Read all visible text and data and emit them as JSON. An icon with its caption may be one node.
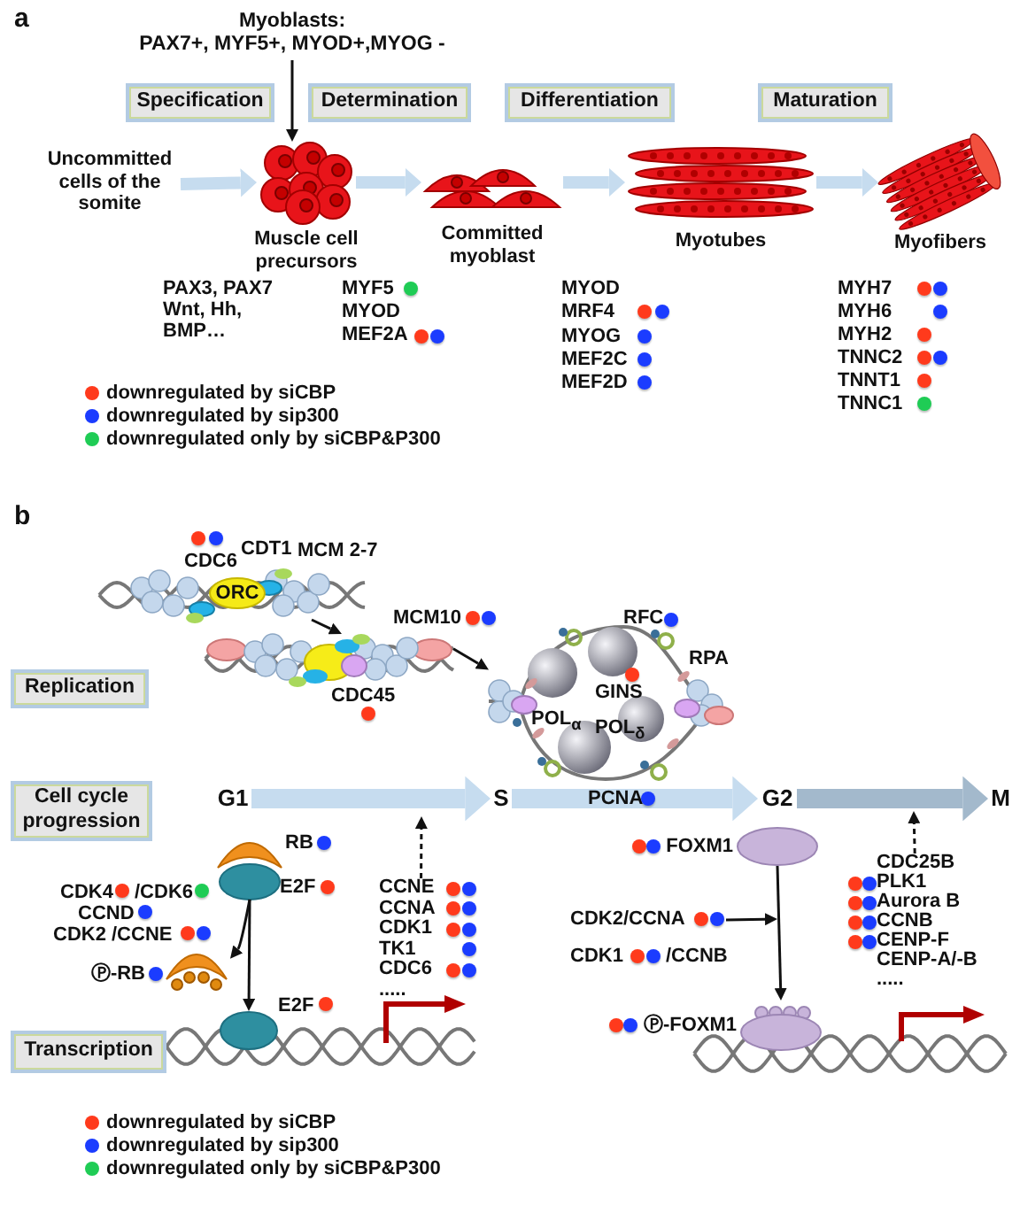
{
  "diagram": {
    "nodes": [
      {
        "text": [
          "Myoblasts:",
          "PAX7+, MYF5+, MYOD+,MYOG -"
        ]
      },
      {
        "text": [
          "Specification"
        ]
      },
      {
        "text": [
          "Determination"
        ]
      },
      {
        "text": [
          "Differentiation"
        ]
      },
      {
        "text": [
          "Maturation"
        ]
      },
      {
        "text": [
          "Uncommitted cells of the somite"
        ]
      },
      {
        "text": [],
        "shape": "picture",
        "beside": [
          "Muscle cell precursors"
        ]
      },
      {
        "text": [],
        "shape": "picture",
        "beside": [
          "Committed myoblast"
        ]
      },
      {
        "text": [],
        "shape": "picture",
        "beside": [
          "Myotubes"
        ]
      },
      {
        "text": [],
        "shape": "picture",
        "beside": [
          "Myofibers"
        ]
      },
      {
        "text": [],
        "shape": "picture"
      },
      {
        "text": [
          "ORC"
        ],
        "in": 10
      },
      {
        "text": [],
        "shape": "picture"
      },
      {
        "text": [],
        "shape": "picture"
      },
      {
        "text": [
          "Replication"
        ]
      },
      {
        "text": [
          "Cell cycle progression"
        ]
      },
      {
        "text": [
          "G1"
        ]
      },
      {
        "text": [
          "S"
        ]
      },
      {
        "text": [
          "G2"
        ]
      },
      {
        "text": [
          "M"
        ]
      },
      {
        "text": [],
        "shape": "ellipse",
        "beside": [
          "RB",
          "E2F"
        ]
      },
      {
        "text": [],
        "shape": "ellipse",
        "beside": [
          "FOXM1"
        ]
      },
      {
        "text": [
          "CCNE",
          "CCNA",
          "CDK1",
          "TK1",
          "CDC6",
          "....."
        ]
      },
      {
        "text": [
          "CDC25B",
          "PLK1",
          "Aurora B",
          "CCNB",
          "CENP-F",
          "CENP-A/-B",
          "....."
        ]
      },
      {
        "text": [
          "CDK2/CCNA"
        ]
      },
      {
        "text": [],
        "shape": "picture",
        "beside": [
          "Ⓟ-RB"
        ]
      },
      {
        "text": [],
        "shape": "ellipse",
        "beside": [
          "E2F"
        ]
      },
      {
        "text": [],
        "shape": "ellipse",
        "beside": [
          "Ⓟ-FOXM1"
        ]
      },
      {
        "text": [
          "Transcription"
        ]
      }
    ],
    "edges": [
      {
        "from": 0,
        "to": 6,
        "arrow": "to"
      },
      {
        "from": 5,
        "to": 6,
        "arrow": "to",
        "style": "thick",
        "color": "#c6dcef"
      },
      {
        "from": 6,
        "to": 7,
        "arrow": "to",
        "style": "thick",
        "color": "#c6dcef"
      },
      {
        "from": 7,
        "to": 8,
        "arrow": "to",
        "style": "thick",
        "color": "#c6dcef"
      },
      {
        "from": 8,
        "to": 9,
        "arrow": "to",
        "style": "thick",
        "color": "#c6dcef"
      },
      {
        "from": 10,
        "to": 12,
        "arrow": "to"
      },
      {
        "from": 12,
        "to": 13,
        "arrow": "to"
      },
      {
        "from": 16,
        "to": 17,
        "arrow": "to",
        "style": "thick",
        "color": "#c6dcef"
      },
      {
        "from": 17,
        "to": 18,
        "arrow": "to",
        "style": "thick",
        "color": "#c6dcef"
      },
      {
        "from": 18,
        "to": 19,
        "arrow": "to",
        "style": "thick",
        "color": "#a3b9cc"
      },
      {
        "from": 22,
        "to": null,
        "arrow": "to",
        "style": "dashed"
      },
      {
        "from": 23,
        "to": null,
        "arrow": "to",
        "style": "dashed"
      },
      {
        "from": 20,
        "to": 26,
        "arrow": "to"
      },
      {
        "from": 20,
        "to": 25,
        "arrow": "to"
      },
      {
        "from": 21,
        "to": 27,
        "arrow": "to"
      },
      {
        "from": 24,
        "to": null,
        "arrow": "to"
      }
    ],
    "labels": [
      "a",
      "PAX3, PAX7",
      "Wnt, Hh,",
      "BMP…",
      "MYF5",
      "MYOD",
      "MEF2A",
      "MYOD",
      "MRF4",
      "MYOG",
      "MEF2C",
      "MEF2D",
      "MYH7",
      "MYH6",
      "MYH2",
      "TNNC2",
      "TNNT1",
      "TNNC1",
      "b",
      "CDC6",
      "CDT1",
      "MCM 2-7",
      "MCM10",
      "CDC45",
      "RFC",
      "RPA",
      "GINS",
      "POL$_{α}$",
      "POL$_{δ}$",
      "PCNA",
      "CDK4",
      "/CDK6",
      "CCND",
      "CDK2 /CCNE",
      "CDK1",
      "/CCNB"
    ],
    "legend": [
      {
        "text": "downregulated by siCBP",
        "color": "#ff3a1c"
      },
      {
        "text": "downregulated by sip300",
        "color": "#1b3cff"
      },
      {
        "text": "downregulated only by siCBP&P300",
        "color": "#1fcc55"
      },
      {
        "text": "downregulated by siCBP",
        "color": "#ff3a1c"
      },
      {
        "text": "downregulated by sip300",
        "color": "#1b3cff"
      },
      {
        "text": "downregulated only by siCBP&P300",
        "color": "#1fcc55"
      }
    ]
  }
}
